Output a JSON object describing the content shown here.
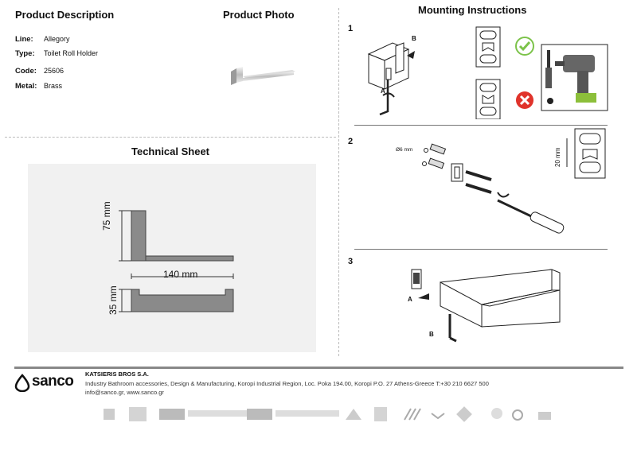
{
  "product_description": {
    "title": "Product Description",
    "fields": [
      {
        "label": "Line:",
        "value": "Allegory"
      },
      {
        "label": "Type:",
        "value": "Toilet Roll Holder"
      },
      {
        "label": "Code:",
        "value": "25606"
      },
      {
        "label": "Metal:",
        "value": "Brass"
      }
    ]
  },
  "product_photo": {
    "title": "Product Photo"
  },
  "technical_sheet": {
    "title": "Technical Sheet",
    "dim_height": "75 mm",
    "dim_width": "140 mm",
    "dim_depth": "35 mm"
  },
  "mounting": {
    "title": "Mounting Instructions",
    "steps": [
      {
        "number": "1",
        "label_a": "A",
        "label_b": "B"
      },
      {
        "number": "2",
        "drill_size": "Ø6 mm",
        "spacing": "20 mm"
      },
      {
        "number": "3",
        "label_a": "A",
        "label_b": "B"
      }
    ]
  },
  "footer": {
    "brand": "sanco",
    "company": "KATSIERIS BROS S.A.",
    "address": "Industry Bathroom accessories, Design & Manufacturing, Koropi Industrial Region, Loc. Poka 194.00, Koropi P.O. 27  Athens-Greece  T:+30 210 6627 500",
    "contact": "info@sanco.gr, www.sanco.gr",
    "rule_color": "#888888"
  }
}
